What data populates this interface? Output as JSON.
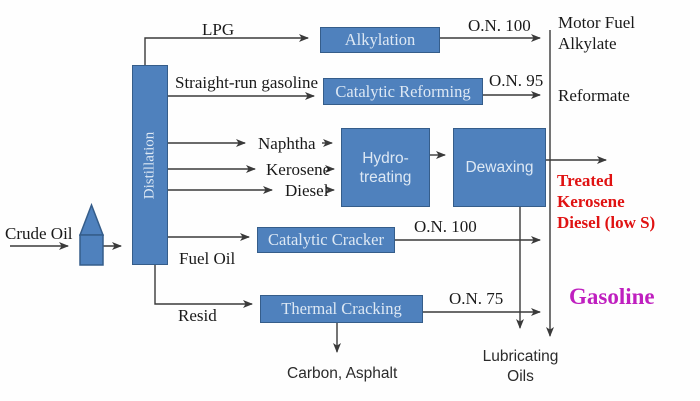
{
  "feed": {
    "label": "Crude Oil"
  },
  "distillation": {
    "label": "Distillation"
  },
  "streams": {
    "lpg": "LPG",
    "straight_run_gasoline": "Straight-run gasoline",
    "naphtha": "Naphtha",
    "kerosene": "Kerosene",
    "diesel": "Diesel",
    "fuel_oil": "Fuel Oil",
    "resid": "Resid"
  },
  "units": {
    "alkylation": "Alkylation",
    "catalytic_reforming": "Catalytic Reforming",
    "hydrotreating": "Hydro-\ntreating",
    "dewaxing": "Dewaxing",
    "catalytic_cracker": "Catalytic Cracker",
    "thermal_cracking": "Thermal Cracking"
  },
  "octane": {
    "alkylation_out": "O.N. 100",
    "reforming_out": "O.N. 95",
    "cracker_out": "O.N. 100",
    "thermal_out": "O.N. 75"
  },
  "products": {
    "motor_fuel_alkylate": "Motor Fuel\nAlkylate",
    "reformate": "Reformate",
    "treated_kerosene_diesel": "Treated\nKerosene\nDiesel (low S)",
    "gasoline": "Gasoline",
    "lubricating_oils": "Lubricating\nOils",
    "carbon_asphalt": "Carbon, Asphalt"
  },
  "colors": {
    "box_fill": "#4f81bd",
    "box_border": "#355d8a",
    "box_text": "#dde8f4",
    "line": "#3a3a3a",
    "treated_text": "#e01212",
    "gasoline_text": "#bf1fbf"
  }
}
